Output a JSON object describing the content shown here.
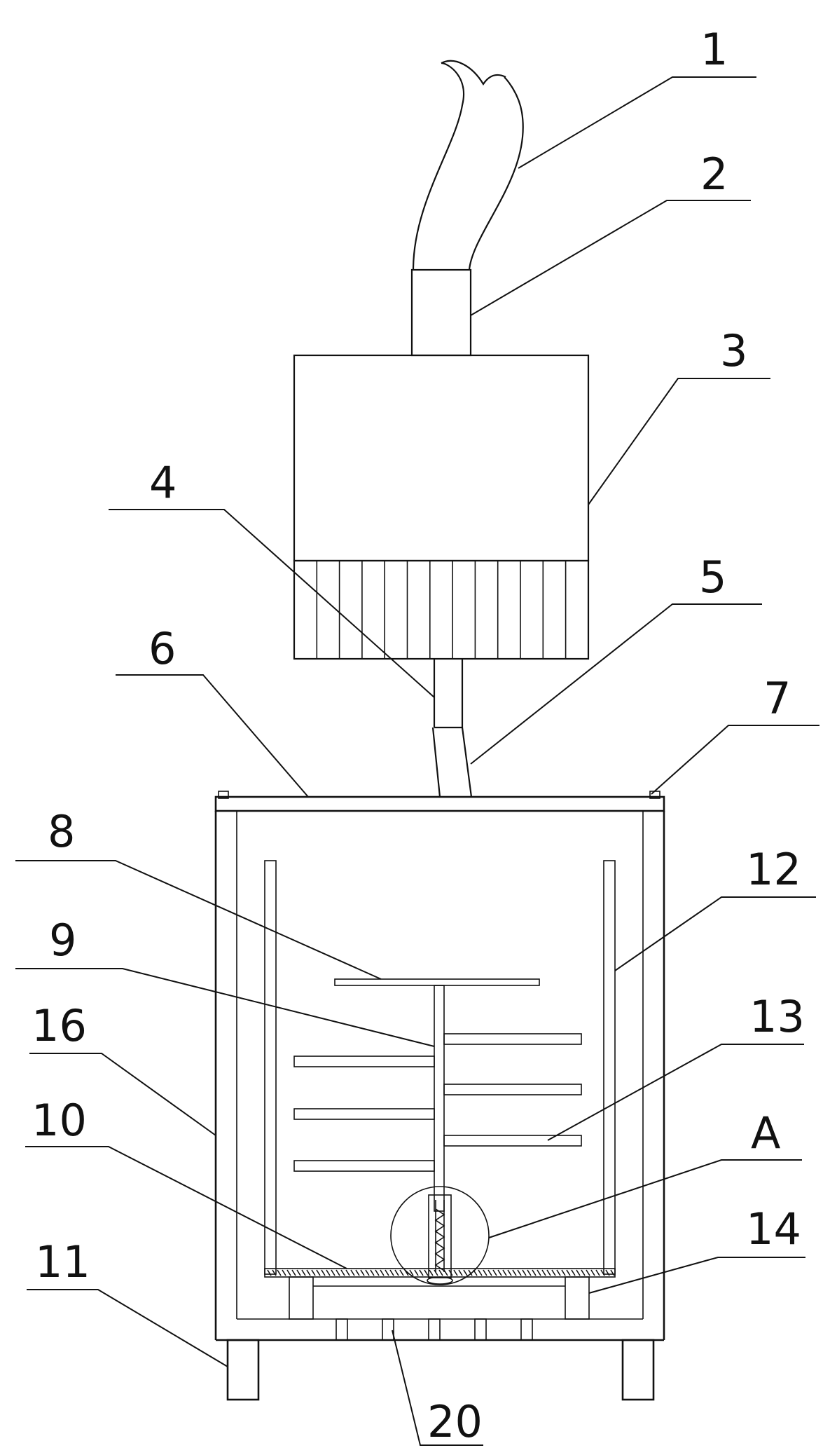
{
  "diagram": {
    "colors": {
      "line": "#111111",
      "background": "#ffffff"
    },
    "labels": [
      {
        "id": "1",
        "text": "1"
      },
      {
        "id": "2",
        "text": "2"
      },
      {
        "id": "3",
        "text": "3"
      },
      {
        "id": "4",
        "text": "4"
      },
      {
        "id": "5",
        "text": "5"
      },
      {
        "id": "6",
        "text": "6"
      },
      {
        "id": "7",
        "text": "7"
      },
      {
        "id": "8",
        "text": "8"
      },
      {
        "id": "9",
        "text": "9"
      },
      {
        "id": "10",
        "text": "10"
      },
      {
        "id": "11",
        "text": "11"
      },
      {
        "id": "12",
        "text": "12"
      },
      {
        "id": "13",
        "text": "13"
      },
      {
        "id": "14",
        "text": "14"
      },
      {
        "id": "16",
        "text": "16"
      },
      {
        "id": "20",
        "text": "20"
      },
      {
        "id": "A",
        "text": "A"
      }
    ]
  }
}
